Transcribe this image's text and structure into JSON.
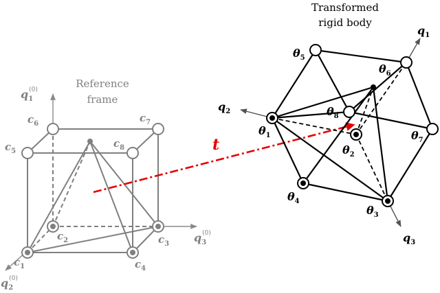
{
  "reference": {
    "title_line1": "Reference",
    "title_line2": "frame",
    "axis_q1": "q",
    "axis_q1_sub": "1",
    "axis_q1_sup": "(0)",
    "axis_q2": "q",
    "axis_q2_sub": "2",
    "axis_q2_sup": "(0)",
    "axis_q3": "q",
    "axis_q3_sub": "3",
    "axis_q3_sup": "(0)",
    "corners": [
      {
        "label": "c",
        "sub": "1"
      },
      {
        "label": "c",
        "sub": "2"
      },
      {
        "label": "c",
        "sub": "3"
      },
      {
        "label": "c",
        "sub": "4"
      },
      {
        "label": "c",
        "sub": "5"
      },
      {
        "label": "c",
        "sub": "6"
      },
      {
        "label": "c",
        "sub": "7"
      },
      {
        "label": "c",
        "sub": "8"
      }
    ]
  },
  "transformed": {
    "title_line1": "Transformed",
    "title_line2": "rigid body",
    "axis_q1": "q",
    "axis_q1_sub": "1",
    "axis_q2": "q",
    "axis_q2_sub": "2",
    "axis_q3": "q",
    "axis_q3_sub": "3",
    "corners": [
      {
        "label": "θ",
        "sub": "1"
      },
      {
        "label": "θ",
        "sub": "2"
      },
      {
        "label": "θ",
        "sub": "3"
      },
      {
        "label": "θ",
        "sub": "4"
      },
      {
        "label": "θ",
        "sub": "5"
      },
      {
        "label": "θ",
        "sub": "6"
      },
      {
        "label": "θ",
        "sub": "7"
      },
      {
        "label": "θ",
        "sub": "8"
      }
    ]
  },
  "translation": {
    "label": "t",
    "color": "#e60000"
  },
  "colors": {
    "reference": "#7f7f7f",
    "transformed": "#000000"
  }
}
